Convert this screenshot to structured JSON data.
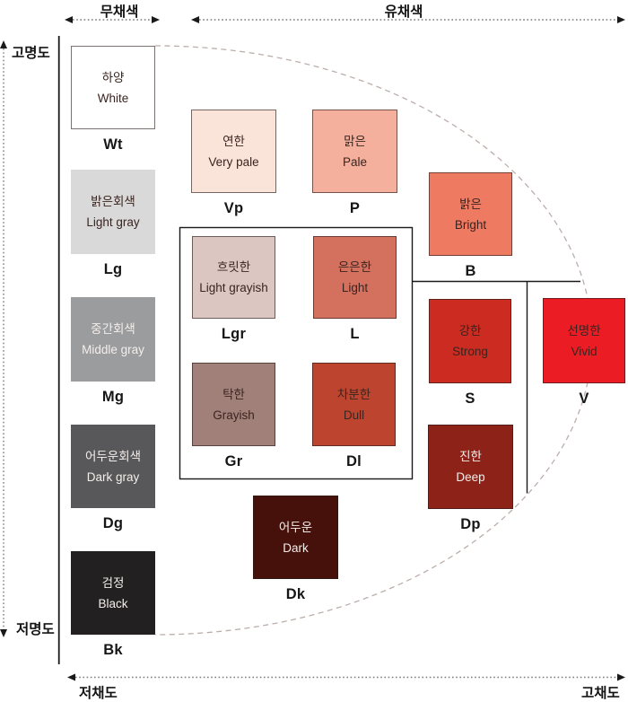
{
  "axis": {
    "top_left": "무채색",
    "top_right": "유채색",
    "left_top": "고명도",
    "left_bottom": "저명도",
    "bottom_left": "저채도",
    "bottom_right": "고채도"
  },
  "colors": {
    "ellipse_dash": "#bcaeaa",
    "axis_solid_line": "#1a1a1a",
    "dotted_arrow": "#7a7a7a"
  },
  "swatches": [
    {
      "code": "Wt",
      "korean": "하양",
      "english": "White",
      "color": "#ffffff"
    },
    {
      "code": "Lg",
      "korean": "밝은회색",
      "english": "Light gray",
      "color": "#d9d9d9"
    },
    {
      "code": "Mg",
      "korean": "중간회색",
      "english": "Middle gray",
      "color": "#9a9c9e"
    },
    {
      "code": "Dg",
      "korean": "어두운회색",
      "english": "Dark gray",
      "color": "#58585a"
    },
    {
      "code": "Bk",
      "korean": "검정",
      "english": "Black",
      "color": "#232021"
    },
    {
      "code": "Vp",
      "korean": "연한",
      "english": "Very pale",
      "color": "#fae3d8"
    },
    {
      "code": "P",
      "korean": "맑은",
      "english": "Pale",
      "color": "#f4b09c"
    },
    {
      "code": "B",
      "korean": "밝은",
      "english": "Bright",
      "color": "#ee7a62"
    },
    {
      "code": "Lgr",
      "korean": "흐릿한",
      "english": "Light grayish",
      "color": "#dcc6c1"
    },
    {
      "code": "L",
      "korean": "은은한",
      "english": "Light",
      "color": "#d4705e"
    },
    {
      "code": "Gr",
      "korean": "탁한",
      "english": "Grayish",
      "color": "#a2807a"
    },
    {
      "code": "Dl",
      "korean": "차분한",
      "english": "Dull",
      "color": "#bd4530"
    },
    {
      "code": "S",
      "korean": "강한",
      "english": "Strong",
      "color": "#cb2b20"
    },
    {
      "code": "V",
      "korean": "선명한",
      "english": "Vivid",
      "color": "#ec1c24"
    },
    {
      "code": "Dp",
      "korean": "진한",
      "english": "Deep",
      "color": "#8d2218"
    },
    {
      "code": "Dk",
      "korean": "어두운",
      "english": "Dark",
      "color": "#46100b"
    }
  ]
}
